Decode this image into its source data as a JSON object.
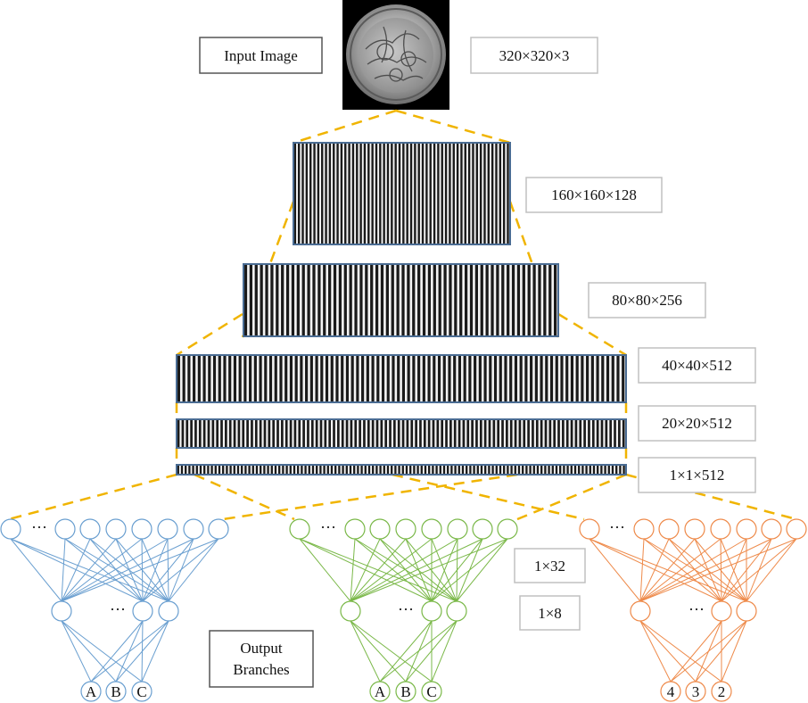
{
  "input": {
    "label": "Input Image",
    "dims": "320×320×3"
  },
  "feature_maps": [
    {
      "dims": "160×160×128",
      "stripes": 56
    },
    {
      "dims": "80×80×256",
      "stripes": 60
    },
    {
      "dims": "40×40×512",
      "stripes": 88
    },
    {
      "dims": "20×20×512",
      "stripes": 104
    },
    {
      "dims": "1×1×512",
      "stripes": 120
    }
  ],
  "dense_labels": {
    "layer1": "1×32",
    "layer2": "1×8"
  },
  "output_label": {
    "line1": "Output",
    "line2": "Branches"
  },
  "branches": [
    {
      "name": "blue",
      "color": "#6a9fd0",
      "outputs": [
        "A",
        "B",
        "C"
      ]
    },
    {
      "name": "green",
      "color": "#7ab848",
      "outputs": [
        "A",
        "B",
        "C"
      ]
    },
    {
      "name": "orange",
      "color": "#ee8a4a",
      "outputs": [
        "4",
        "3",
        "2"
      ]
    }
  ],
  "colors": {
    "connector": "#f0b400",
    "map_border": "#4a6c93",
    "box_border_light": "#c0c0c0",
    "box_border_dark": "#555555",
    "text": "#111111"
  }
}
